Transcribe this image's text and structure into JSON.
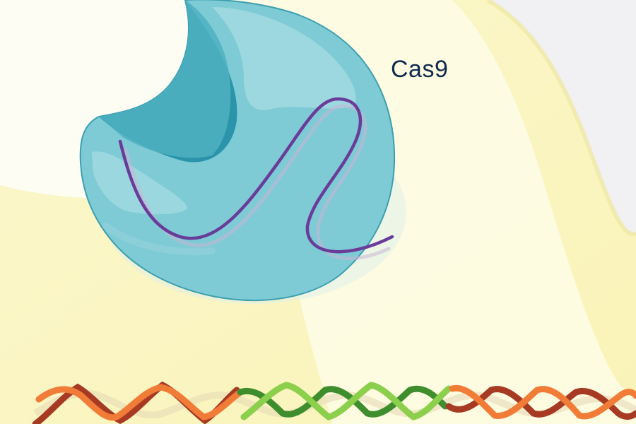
{
  "labels": {
    "protein_label": "Cas9"
  },
  "colors": {
    "background_outer": "#f1f1f4",
    "cell_yellow": "#fbf6c3",
    "cell_light": "#fdfbea",
    "nucleus_cream": "#fdfdf5",
    "cas9_body": "#7dcbd6",
    "cas9_dark": "#2a96ab",
    "cas9_highlight": "#a9dce3",
    "guide_rna": "#6a3c99",
    "dna_orange": "#f07a36",
    "dna_brown": "#a93a22",
    "dna_green_light": "#8ccf4d",
    "dna_green_dark": "#3f8e2e",
    "label_text": "#0d2a4e"
  },
  "dna": {
    "segments": [
      "flanking-left",
      "target-sequence",
      "flanking-right"
    ]
  },
  "icons": [
    "cas9-protein-icon",
    "guide-rna-icon",
    "dna-double-helix-icon"
  ]
}
